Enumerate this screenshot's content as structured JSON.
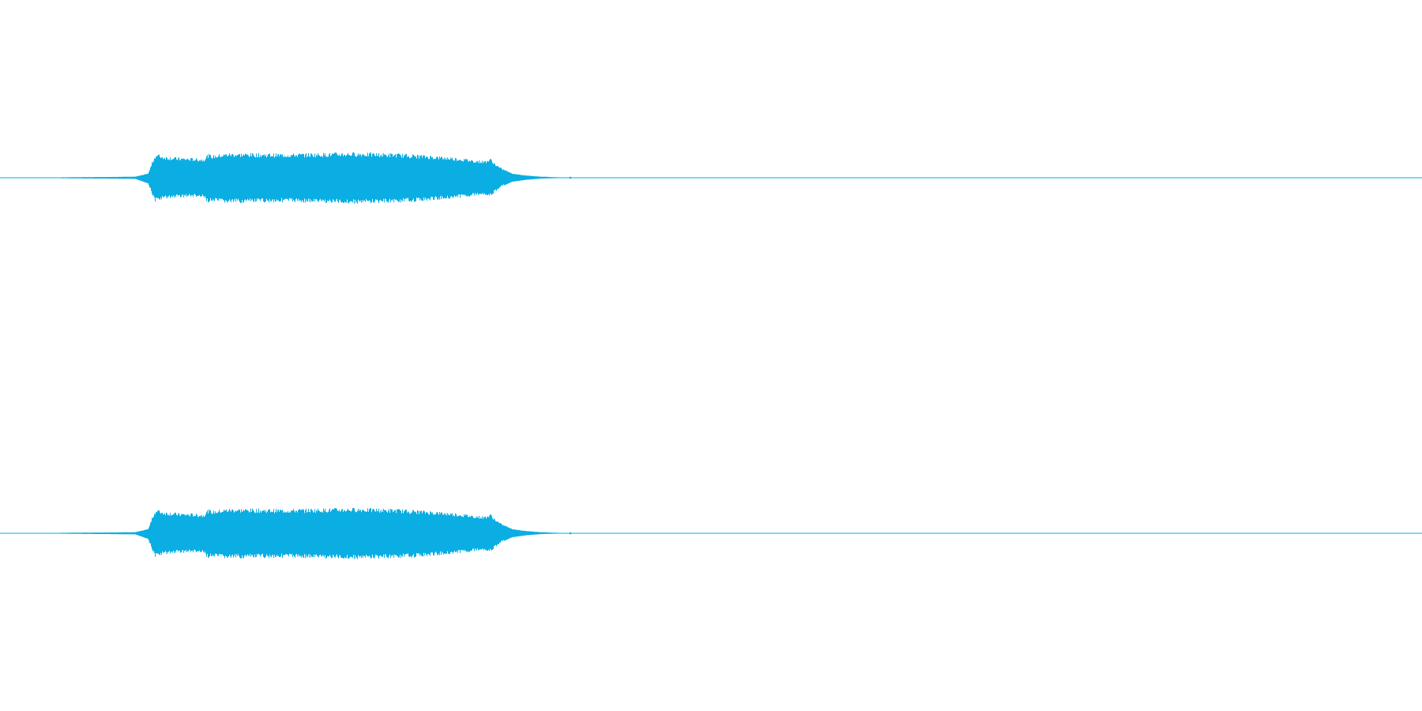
{
  "chart_data": {
    "type": "area",
    "title": "",
    "xlabel": "",
    "ylabel": "",
    "x_unit": "fraction_of_duration",
    "y_unit": "normalized_amplitude",
    "xlim": [
      0,
      1
    ],
    "ylim": [
      -1,
      1
    ],
    "grid": false,
    "legend": "none",
    "color": "#0aaee3",
    "channels": [
      {
        "id": "channel-1",
        "envelope": {
          "x": [
            0.0,
            0.02,
            0.033,
            0.06,
            0.08,
            0.095,
            0.104,
            0.107,
            0.109,
            0.111,
            0.114,
            0.125,
            0.135,
            0.143,
            0.146,
            0.149,
            0.16,
            0.2,
            0.25,
            0.28,
            0.3,
            0.32,
            0.34,
            0.345,
            0.348,
            0.352,
            0.36,
            0.37,
            0.38,
            0.39,
            0.4,
            0.4
          ],
          "upper": [
            0.0,
            0.0,
            0.01,
            0.025,
            0.03,
            0.04,
            0.15,
            0.6,
            0.82,
            0.84,
            0.78,
            0.72,
            0.7,
            0.68,
            0.85,
            0.8,
            0.88,
            0.86,
            0.9,
            0.86,
            0.8,
            0.72,
            0.6,
            0.68,
            0.5,
            0.35,
            0.15,
            0.08,
            0.04,
            0.02,
            0.005,
            0.0
          ],
          "lower": [
            0.0,
            0.0,
            -0.01,
            -0.025,
            -0.03,
            -0.04,
            -0.2,
            -0.65,
            -0.85,
            -0.82,
            -0.76,
            -0.7,
            -0.68,
            -0.72,
            -0.88,
            -0.86,
            -0.9,
            -0.86,
            -0.92,
            -0.88,
            -0.82,
            -0.72,
            -0.6,
            -0.66,
            -0.5,
            -0.32,
            -0.14,
            -0.07,
            -0.03,
            -0.015,
            -0.005,
            0.0
          ]
        }
      },
      {
        "id": "channel-2",
        "envelope": {
          "x": [
            0.0,
            0.02,
            0.033,
            0.06,
            0.08,
            0.095,
            0.104,
            0.107,
            0.109,
            0.111,
            0.114,
            0.125,
            0.135,
            0.143,
            0.146,
            0.149,
            0.16,
            0.2,
            0.25,
            0.28,
            0.3,
            0.32,
            0.34,
            0.345,
            0.348,
            0.352,
            0.36,
            0.37,
            0.38,
            0.39,
            0.4,
            0.4
          ],
          "upper": [
            0.0,
            0.0,
            0.01,
            0.025,
            0.03,
            0.04,
            0.15,
            0.6,
            0.82,
            0.84,
            0.78,
            0.72,
            0.7,
            0.68,
            0.85,
            0.8,
            0.88,
            0.86,
            0.9,
            0.86,
            0.8,
            0.72,
            0.6,
            0.68,
            0.5,
            0.35,
            0.15,
            0.08,
            0.04,
            0.02,
            0.005,
            0.0
          ],
          "lower": [
            0.0,
            0.0,
            -0.01,
            -0.025,
            -0.03,
            -0.04,
            -0.2,
            -0.65,
            -0.85,
            -0.82,
            -0.76,
            -0.7,
            -0.68,
            -0.72,
            -0.88,
            -0.86,
            -0.9,
            -0.86,
            -0.92,
            -0.88,
            -0.82,
            -0.72,
            -0.6,
            -0.66,
            -0.5,
            -0.32,
            -0.14,
            -0.07,
            -0.03,
            -0.015,
            -0.005,
            0.0
          ]
        }
      }
    ]
  }
}
